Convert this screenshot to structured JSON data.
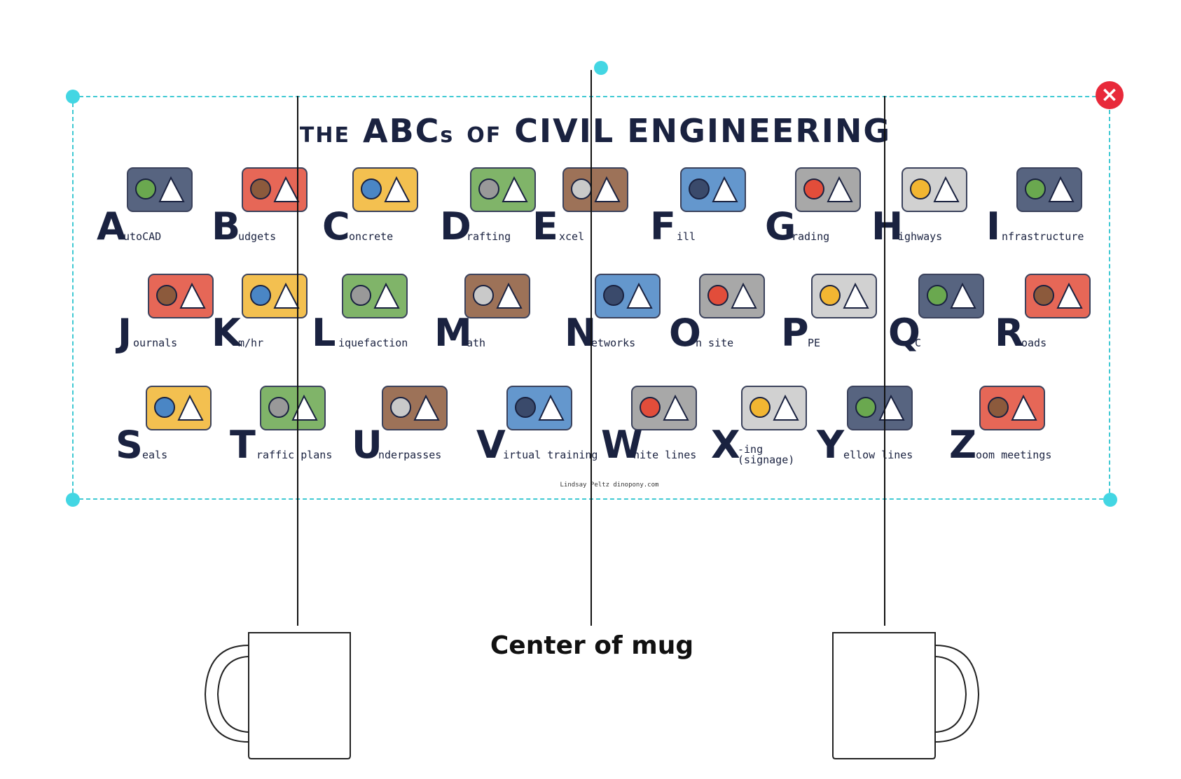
{
  "design": {
    "title_parts": [
      "THE",
      "ABC",
      "s",
      "OF",
      "CIVIL ENGINEERING"
    ],
    "credit": "Lindsay Peltz   dinopony.com",
    "delete_icon": "×",
    "tiles": [
      {
        "letter": "A",
        "word": "utoCAD",
        "icon": "autocad-screen-icon"
      },
      {
        "letter": "B",
        "word": "udgets",
        "icon": "budget-sheet-icon"
      },
      {
        "letter": "C",
        "word": "oncrete",
        "icon": "concrete-truck-icon"
      },
      {
        "letter": "D",
        "word": "rafting",
        "icon": "drafting-plan-icon"
      },
      {
        "letter": "E",
        "word": "xcel",
        "icon": "spreadsheet-icon"
      },
      {
        "letter": "F",
        "word": "ill",
        "icon": "fill-rocks-icon"
      },
      {
        "letter": "G",
        "word": "rading",
        "icon": "grading-slope-icon"
      },
      {
        "letter": "H",
        "word": "ighways",
        "icon": "highway-overpass-icon"
      },
      {
        "letter": "I",
        "word": "nfrastructure",
        "icon": "infrastructure-map-icon"
      },
      {
        "letter": "J",
        "word": "ournals",
        "icon": "journals-icon"
      },
      {
        "letter": "K",
        "word": "m/hr",
        "icon": "speed-limit-sign-icon"
      },
      {
        "letter": "L",
        "word": "iquefaction",
        "icon": "liquefaction-icon"
      },
      {
        "letter": "M",
        "word": "ath",
        "icon": "math-equations-icon"
      },
      {
        "letter": "N",
        "word": "etworks",
        "icon": "network-icon"
      },
      {
        "letter": "O",
        "word": "n site",
        "icon": "excavator-icon"
      },
      {
        "letter": "P",
        "word": "PE",
        "icon": "ppe-hardhat-icon"
      },
      {
        "letter": "Q",
        "word": "C",
        "icon": "quality-check-icon"
      },
      {
        "letter": "R",
        "word": "oads",
        "icon": "road-icon"
      },
      {
        "letter": "S",
        "word": "eals",
        "icon": "engineer-seal-icon"
      },
      {
        "letter": "T",
        "word": "raffic plans",
        "icon": "traffic-signs-icon"
      },
      {
        "letter": "U",
        "word": "nderpasses",
        "icon": "underpass-icon"
      },
      {
        "letter": "V",
        "word": "irtual training",
        "icon": "virtual-training-icon"
      },
      {
        "letter": "W",
        "word": "hite lines",
        "icon": "white-lines-road-icon"
      },
      {
        "letter": "X",
        "word": "-ing\n(signage)",
        "icon": "crossing-signs-icon"
      },
      {
        "letter": "Y",
        "word": "ellow lines",
        "icon": "yellow-lines-road-icon"
      },
      {
        "letter": "Z",
        "word": "oom meetings",
        "icon": "zoom-grid-icon"
      }
    ]
  },
  "mug_preview": {
    "center_label": "Center of mug",
    "left_mug_icon": "mug-left-icon",
    "right_mug_icon": "mug-right-icon"
  },
  "colors": {
    "selection": "#3fc9d3",
    "delete": "#e8293a",
    "ink": "#1a2240"
  }
}
